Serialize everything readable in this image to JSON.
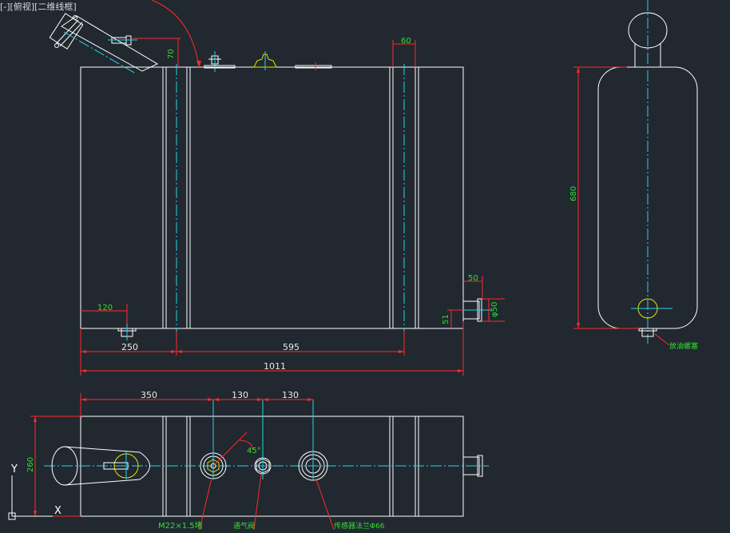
{
  "viewport_label": "[-][俯视][二维线框]",
  "colors": {
    "background": "#212830",
    "outline": "#ffffff",
    "dimension": "#ff2a2a",
    "centerline": "#27d3e6",
    "text": "#e8e8e8",
    "note": "#2ee02e",
    "feature": "#e6e600"
  },
  "front_view": {
    "dims": {
      "d70": "70",
      "d60": "60",
      "d120": "120",
      "d250": "250",
      "d595": "595",
      "d1011": "1011",
      "d50": "50",
      "phi50": "φ50",
      "d51": "51"
    }
  },
  "side_view": {
    "dims": {
      "d680": "680"
    },
    "note_drain": "放油螺塞"
  },
  "top_view": {
    "dims": {
      "d350": "350",
      "d130a": "130",
      "d130b": "130",
      "d260": "260",
      "angle": "45°"
    },
    "notes": {
      "m22": "M22×1.5堵",
      "breather": "通气阀",
      "flange": "传感器法兰Φ66"
    }
  },
  "ucs": {
    "x": "X",
    "y": "Y"
  }
}
